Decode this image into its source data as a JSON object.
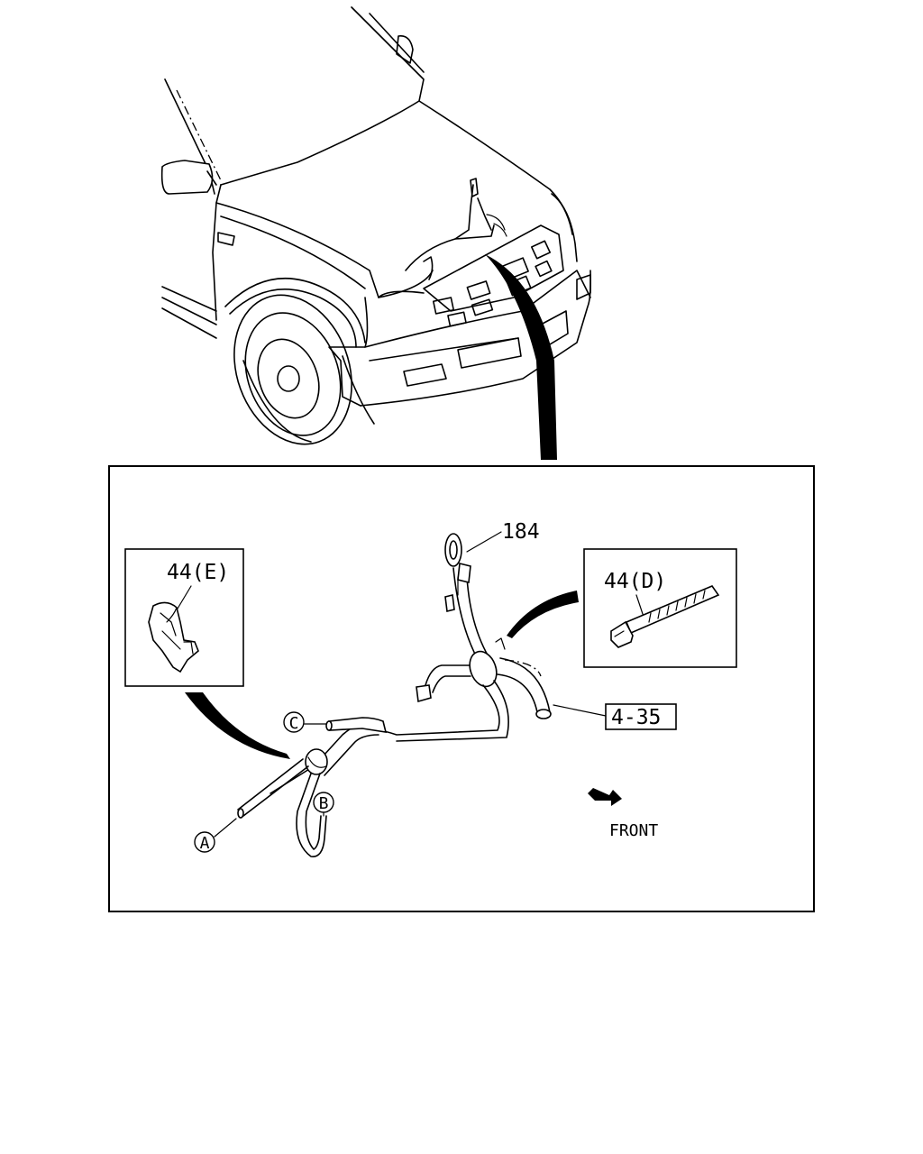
{
  "labels": {
    "part_184": "184",
    "part_44e": "44(E)",
    "part_44d": "44(D)",
    "ref_4_35": "4-35",
    "connector_a": "A",
    "connector_b": "B",
    "connector_c": "C",
    "front": "FRONT"
  }
}
